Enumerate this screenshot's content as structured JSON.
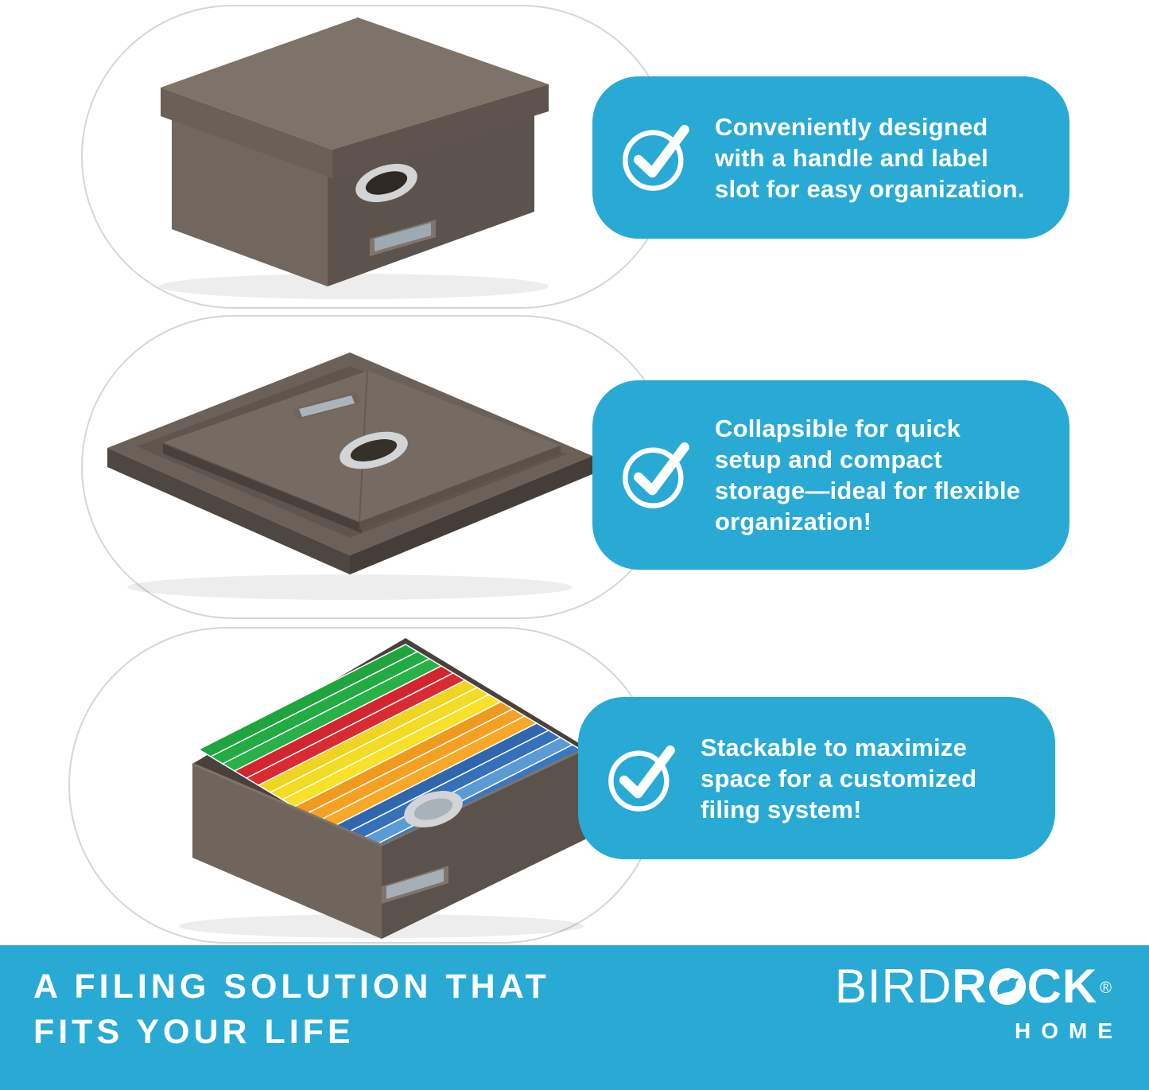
{
  "colors": {
    "accent_blue": "#28AAD5",
    "capsule_border": "#D6D6D6",
    "fabric_gray_brown": "#6E645C",
    "text_white": "#FFFFFF"
  },
  "icons": {
    "checkmark": "check-in-circle",
    "bird": "bird-silhouette"
  },
  "features": [
    {
      "photo": "closed fabric storage box with lid, metal handle grommet and label slot",
      "lines": [
        "Conveniently designed",
        "with a handle and label",
        "slot for easy organization."
      ]
    },
    {
      "photo": "collapsed flat storage box lying in its lid",
      "lines": [
        "Collapsible for quick",
        "setup and compact",
        "storage—ideal for flexible",
        "organization!"
      ]
    },
    {
      "photo": "open storage box filled with colorful hanging file folders",
      "lines": [
        "Stackable to maximize",
        "space for a customized",
        "filing system!"
      ]
    }
  ],
  "file_folder_colors": [
    "#1EA53E",
    "#22AB42",
    "#27B147",
    "#D2252E",
    "#DA2A32",
    "#EFD51F",
    "#F4DB24",
    "#F9E129",
    "#EF9A1E",
    "#F4A123",
    "#F6A826",
    "#2E66B0",
    "#3570BA",
    "#5B9BD5",
    "#3A77C2"
  ],
  "banner": {
    "tagline_lines": [
      "A FILING SOLUTION THAT",
      "FITS YOUR LIFE"
    ],
    "brand": {
      "full": "BIRDROCK",
      "light": "BIRD",
      "bold_r": "R",
      "o": "O",
      "bold_ck": "CK",
      "reg": "®",
      "sub": "HOME"
    }
  }
}
